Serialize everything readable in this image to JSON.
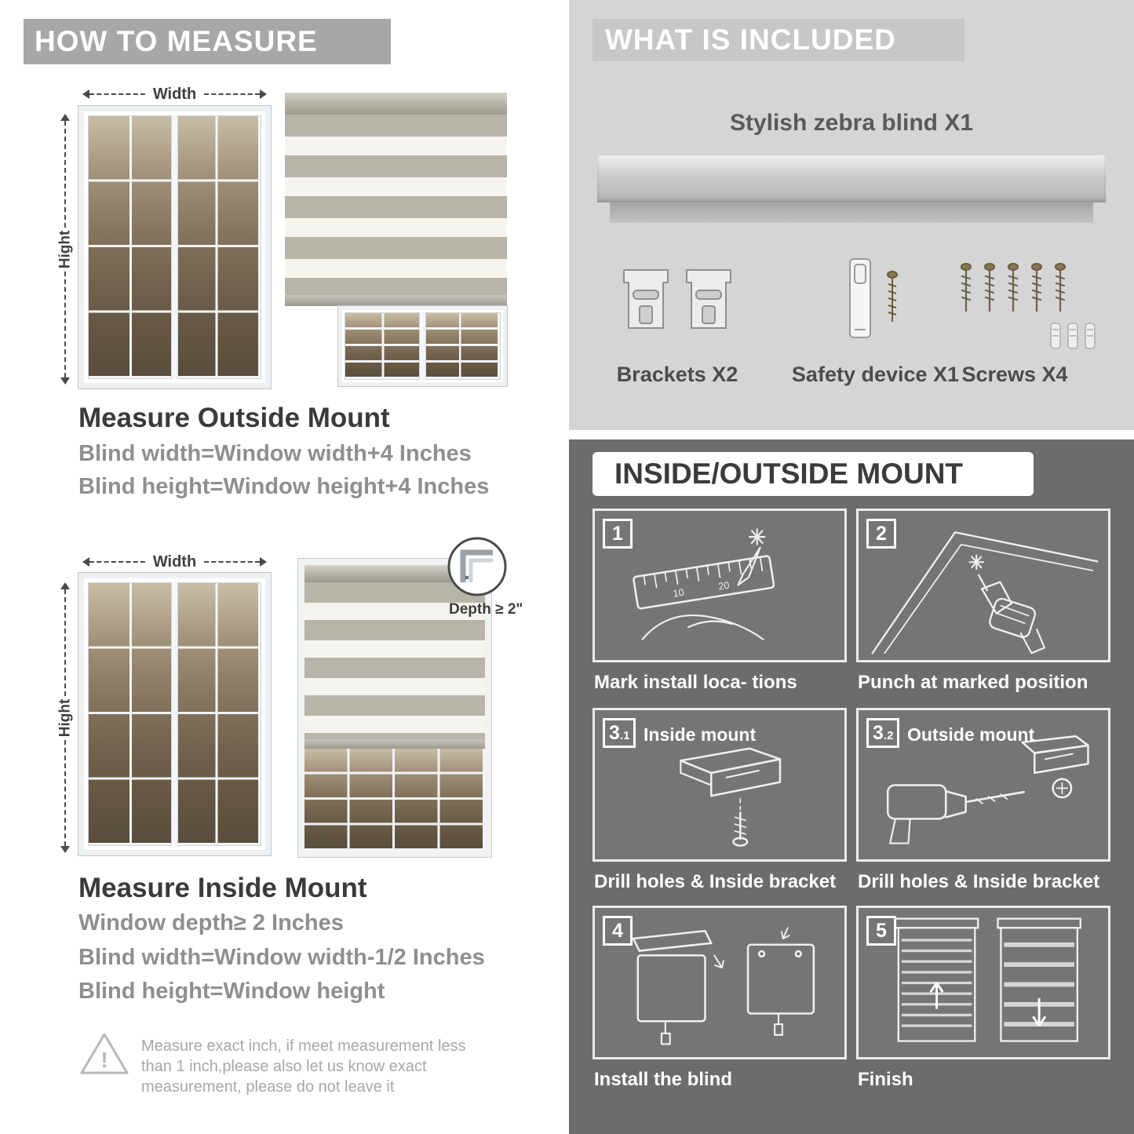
{
  "measure": {
    "header": "HOW TO MEASURE",
    "width_label": "Width",
    "height_label": "Hight",
    "outside": {
      "title": "Measure Outside Mount",
      "lines": [
        "Blind width=Window width+4 Inches",
        "Blind height=Window height+4 Inches"
      ]
    },
    "inside": {
      "depth_callout": "Depth ≥ 2\"",
      "title": "Measure Inside Mount",
      "lines": [
        "Window depth≥ 2 Inches",
        "Blind width=Window width-1/2 Inches",
        "Blind height=Window height"
      ]
    },
    "warning": "Measure exact inch, if meet measurement less than 1 inch,please also let us know exact measurement, please do not leave it"
  },
  "included": {
    "header": "WHAT IS INCLUDED",
    "product_label": "Stylish zebra blind X1",
    "items": [
      {
        "label": "Brackets X2"
      },
      {
        "label": "Safety device X1"
      },
      {
        "label": "Screws X4"
      }
    ]
  },
  "mount": {
    "header": "INSIDE/OUTSIDE MOUNT",
    "steps": [
      {
        "num": "1",
        "sub": "",
        "title": "",
        "caption": "Mark install loca- tions"
      },
      {
        "num": "2",
        "sub": "",
        "title": "",
        "caption": "Punch at  marked position"
      },
      {
        "num": "3",
        "sub": ".1",
        "title": "Inside mount",
        "caption": "Drill holes &  Inside bracket"
      },
      {
        "num": "3",
        "sub": ".2",
        "title": "Outside mount",
        "caption": "Drill holes &  Inside bracket"
      },
      {
        "num": "4",
        "sub": "",
        "title": "",
        "caption": "Install the blind"
      },
      {
        "num": "5",
        "sub": "",
        "title": "",
        "caption": "Finish"
      }
    ]
  },
  "colors": {
    "header_bar": "#a7a7a7",
    "included_bg": "#d5d5d5",
    "included_header_bar": "#c7c7c7",
    "mount_bg": "#6c6c6c",
    "stripe_gray": "#b8b4a9",
    "stripe_sheer": "#f6f4ef",
    "text_dark": "#3a3a3a",
    "text_gray": "#8f8f8f"
  }
}
